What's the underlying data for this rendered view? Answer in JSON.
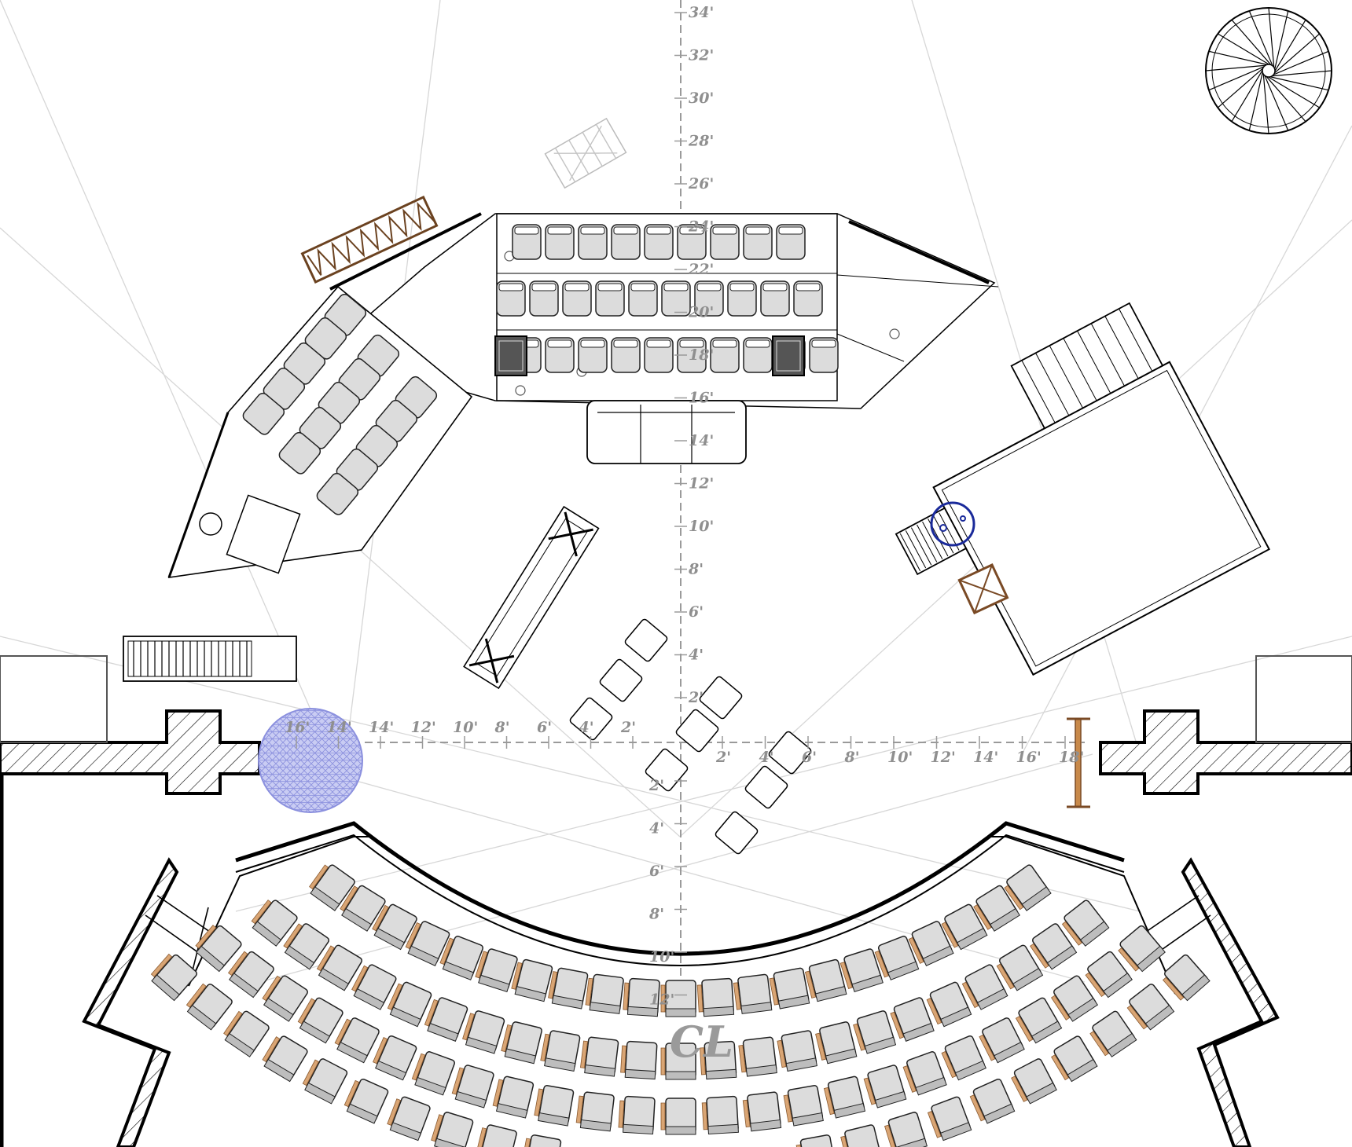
{
  "plan": {
    "centerline_symbol": "CL",
    "vertical_axis_labels": [
      "34'",
      "32'",
      "30'",
      "28'",
      "26'",
      "24'",
      "22'",
      "20'",
      "18'",
      "16'",
      "14'",
      "12'",
      "10'",
      "8'",
      "6'",
      "4'",
      "2'"
    ],
    "vertical_axis_lower_labels": [
      "2'",
      "4'",
      "6'",
      "8'",
      "10'",
      "12'"
    ],
    "horizontal_axis_left_labels": [
      "16'",
      "14'",
      "14'",
      "12'",
      "10'",
      "8'",
      "6'",
      "4'",
      "2'"
    ],
    "horizontal_axis_right_labels": [
      "2'",
      "4'",
      "6'",
      "8'",
      "10'",
      "12'",
      "14'",
      "16'",
      "18'"
    ],
    "icons": [
      "spiral-staircase-icon",
      "sphere-prop-icon",
      "ladder-prop-icon",
      "lighting-truss-icon",
      "audience-seat-icon"
    ],
    "colors": {
      "sphere": "#9aa0e8",
      "wood": "#7a4a25",
      "ladder": "#a86a2a",
      "blue_ring": "#1a2a9a",
      "seat_fill": "#dcdcdc",
      "seat_accent": "#d9a574",
      "dimension_text": "#8f8f8f"
    }
  }
}
